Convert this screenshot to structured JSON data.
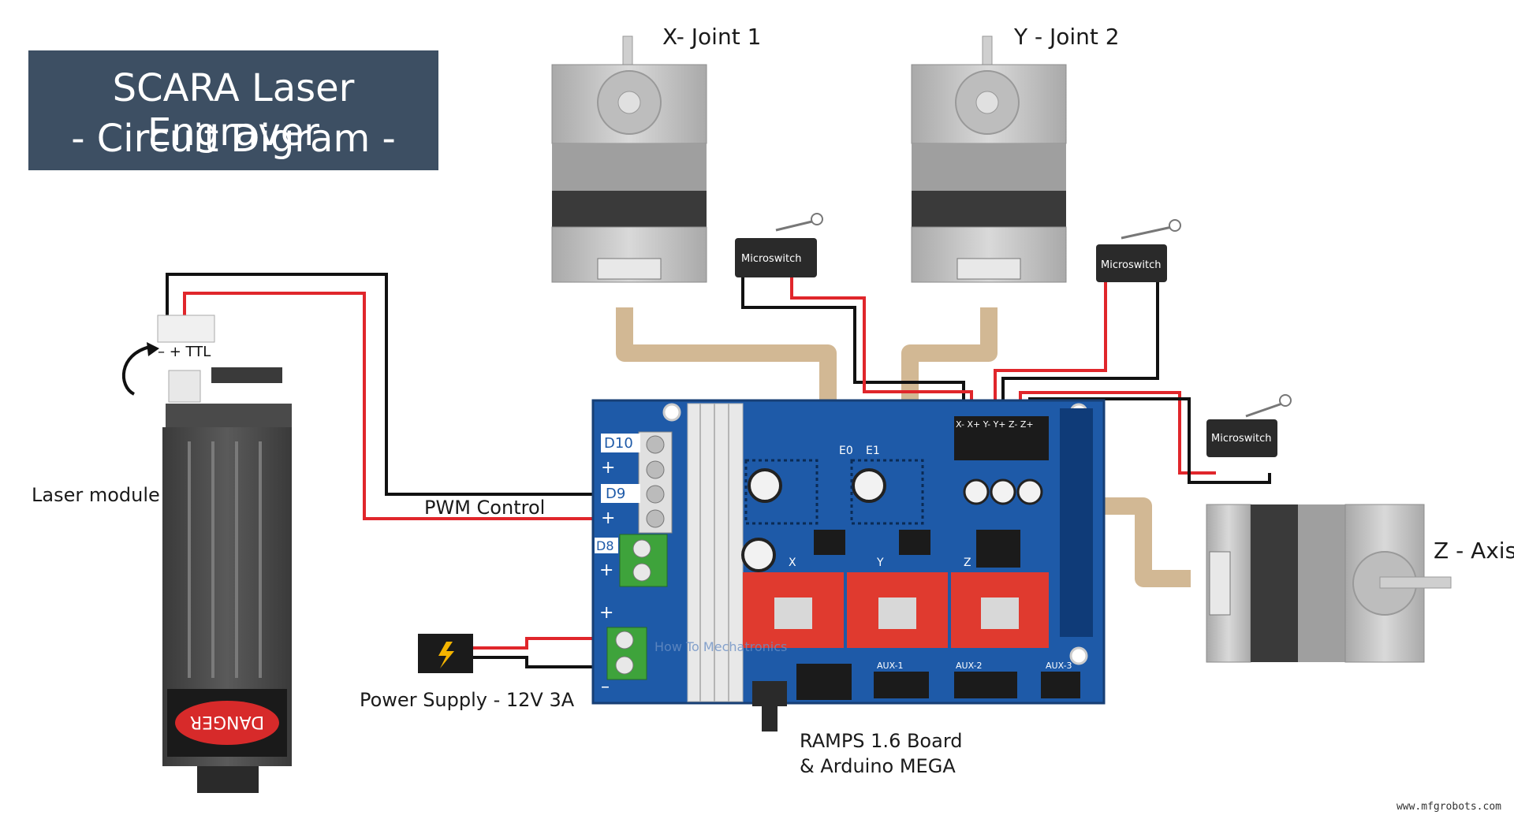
{
  "title": {
    "line1": "SCARA Laser Engraver",
    "line2": "- Circuit Digram -"
  },
  "labels": {
    "x_joint": "X- Joint 1",
    "y_joint": "Y - Joint 2",
    "z_axis": "Z - Axis",
    "laser_module": "Laser module",
    "pwm_control": "PWM Control",
    "power_supply": "Power Supply - 12V 3A",
    "board_line1": "RAMPS 1.6 Board",
    "board_line2": "& Arduino MEGA"
  },
  "microswitch_label": "Microswitch",
  "laser_pins": "– + TTL",
  "danger_text": "DANGER",
  "terminal_labels": {
    "d10": "D10",
    "d9": "D9",
    "d8": "D8",
    "plus": "+",
    "minus": "–"
  },
  "board_text": {
    "e0": "E0",
    "e1": "E1",
    "x": "X",
    "y": "Y",
    "z": "Z",
    "endstops": "X- X+ Y- Y+ Z- Z+",
    "aux1": "AUX-1",
    "aux2": "AUX-2",
    "aux3": "AUX-3"
  },
  "watermark": "How To Mechatronics",
  "footer": "www.mfgrobots.com",
  "colors": {
    "title_bg": "#3d4f63",
    "board": "#1e5aa8",
    "driver": "#e03a2f",
    "wire_red": "#e0262b",
    "wire_black": "#111111",
    "ribbon": "#d2b894",
    "motor_body": "#c8c8c8",
    "motor_dark": "#3a3a3a"
  }
}
